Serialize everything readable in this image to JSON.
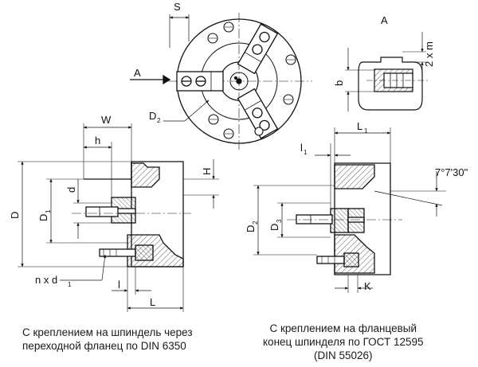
{
  "labels": {
    "s": "S",
    "a_arrow": "A",
    "a_view": "A",
    "two_x_m": "2 x m",
    "b": "b",
    "d2_top": "D",
    "d2_top_sub": "2",
    "w": "W",
    "h": "h",
    "H": "H",
    "D": "D",
    "D1": "D",
    "D1_sub": "1",
    "d": "d",
    "nxd1": "n x d",
    "nxd1_sub": "1",
    "l_left": "l",
    "L_left": "L",
    "L1": "L",
    "L1_sub": "1",
    "l1": "l",
    "l1_sub": "1",
    "angle": "7°7'30\"",
    "D2_right": "D",
    "D2_right_sub": "2",
    "D3": "D",
    "D3_sub": "3",
    "K": "K"
  },
  "captions": {
    "left": [
      "С креплением на шпиндель через",
      "переходной фланец по DIN 6350"
    ],
    "right": [
      "С креплением на фланцевый",
      "конец шпинделя по ГОСТ 12595",
      "(DIN 55026)"
    ]
  }
}
